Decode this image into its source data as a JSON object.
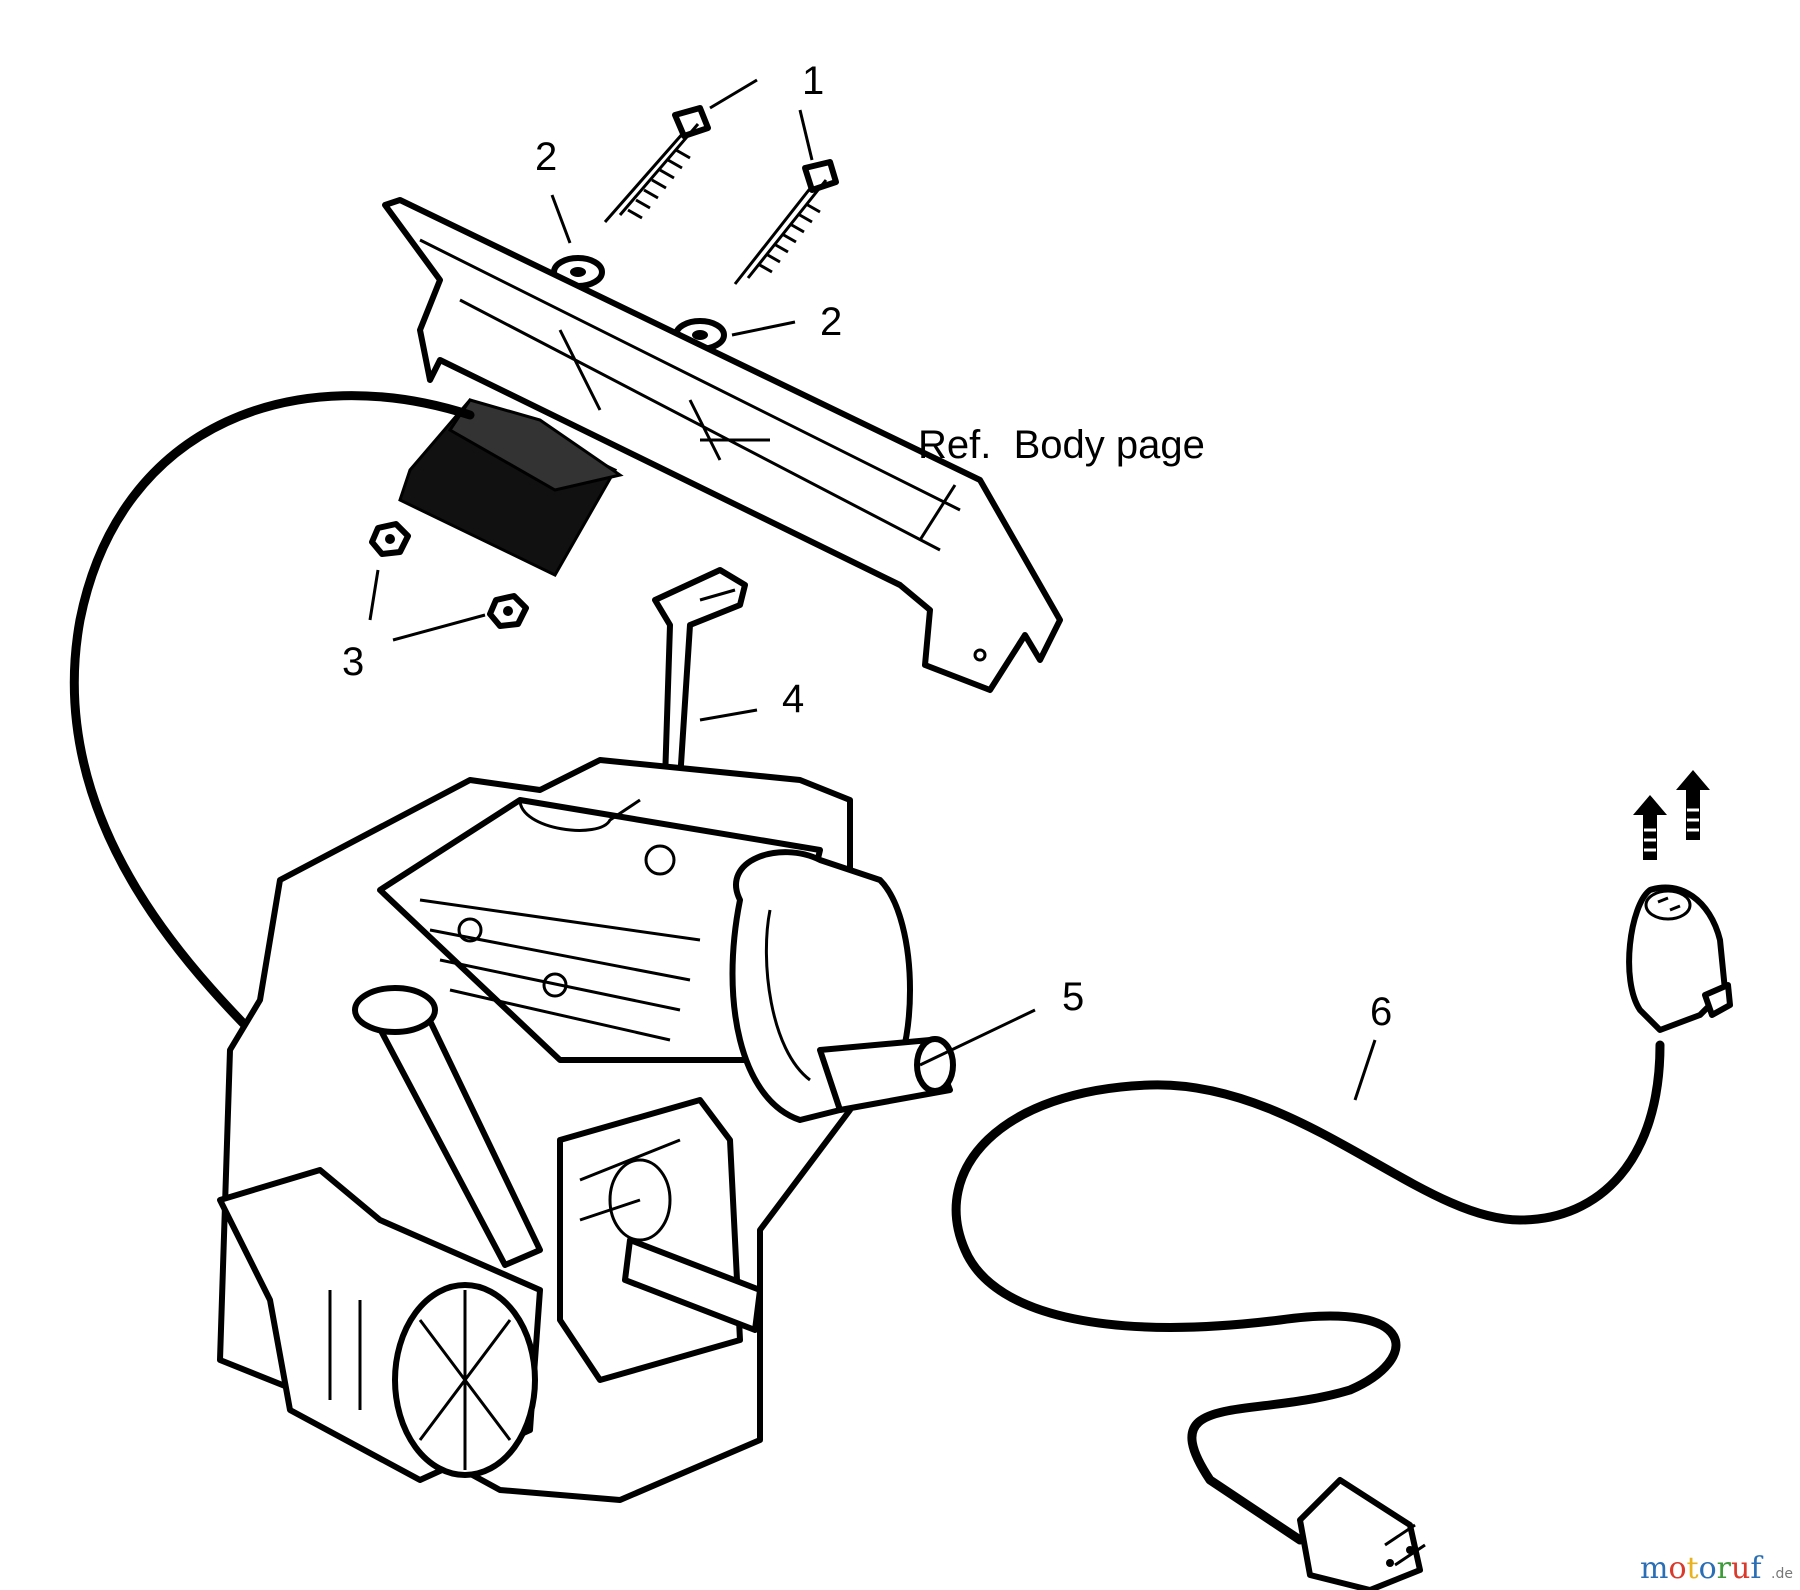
{
  "callouts": [
    "1",
    "2",
    "2",
    "3",
    "4",
    "5",
    "6"
  ],
  "reference_note": "Ref.  Body page",
  "watermark": {
    "brand": "motoruf",
    "suffix": ".de",
    "colors": [
      "#2a6fb5",
      "#d93a2b",
      "#e9b320",
      "#2a6fb5",
      "#3d9b3a",
      "#d93a2b",
      "#2a6fb5"
    ]
  }
}
